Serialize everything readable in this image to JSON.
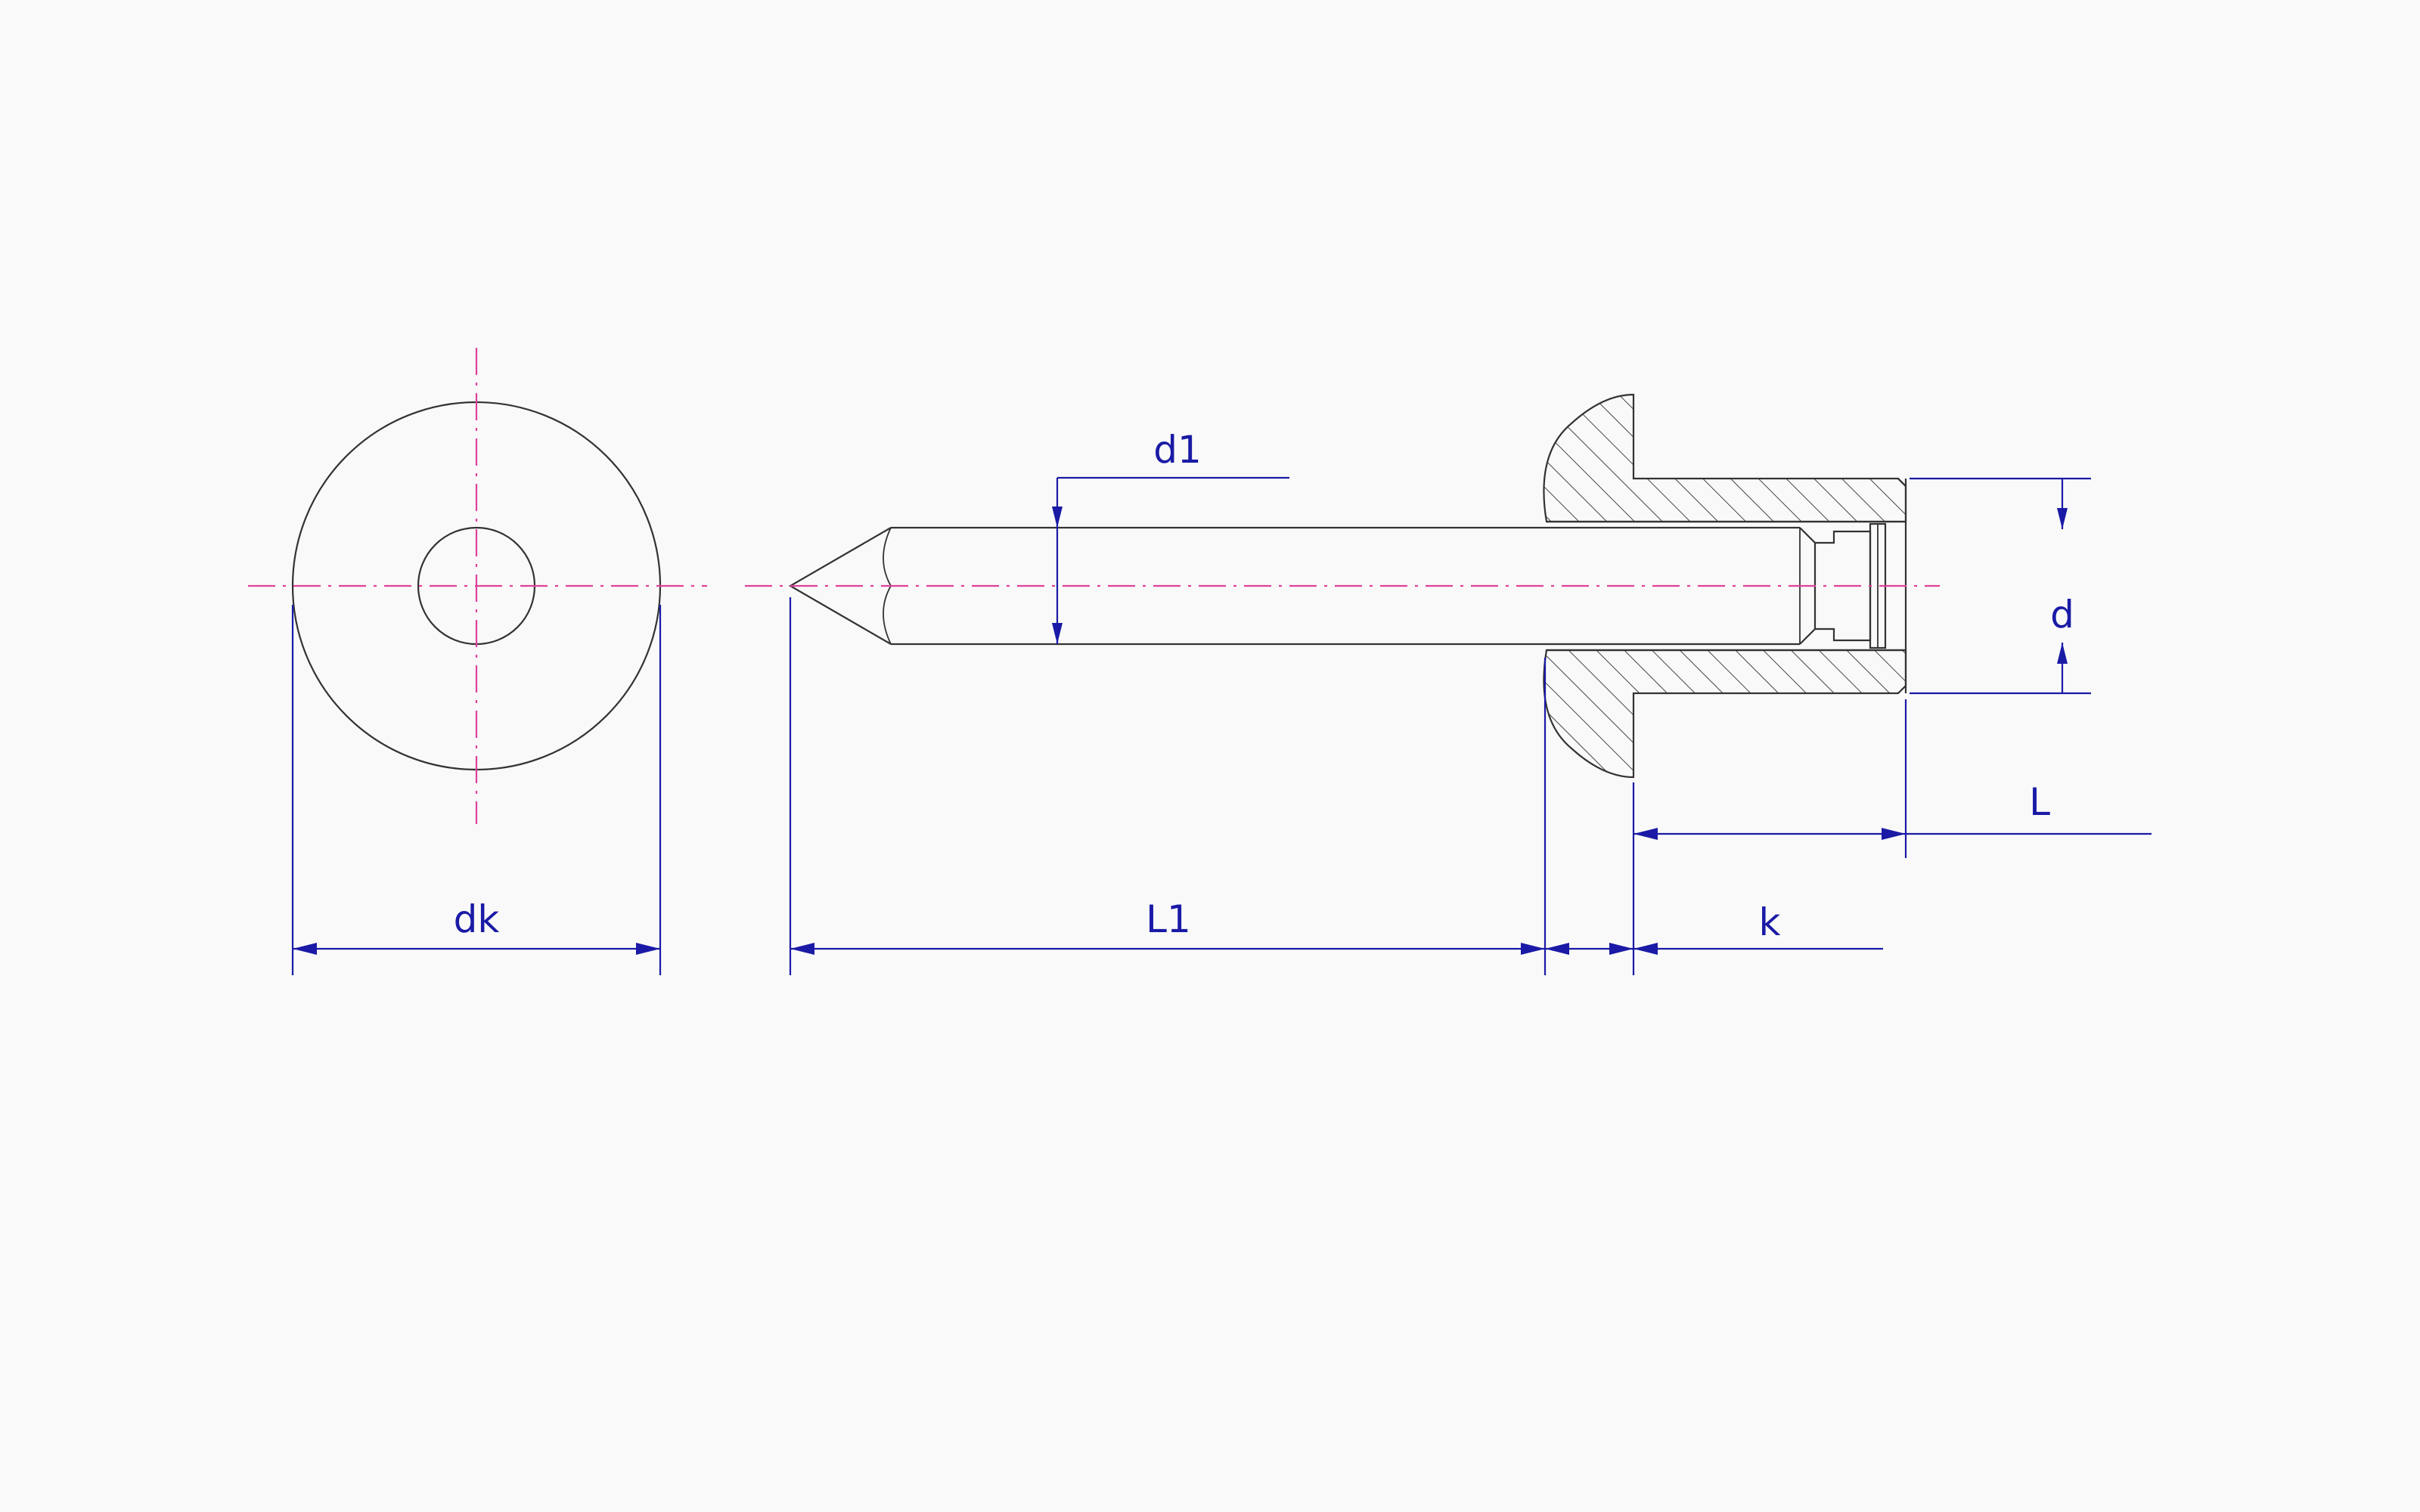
{
  "dimensions": {
    "dk": "dk",
    "d1": "d1",
    "L1": "L1",
    "k": "k",
    "d": "d",
    "L": "L"
  },
  "colors": {
    "outline": "#333333",
    "centerline": "#e0409a",
    "dimension": "#1a1aa6",
    "background": "#f9f9f9"
  }
}
